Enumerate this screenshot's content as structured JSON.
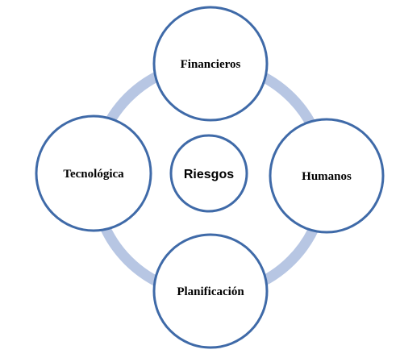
{
  "diagram": {
    "center": {
      "label": "Riesgos"
    },
    "nodes": [
      {
        "id": "top",
        "label": "Financieros"
      },
      {
        "id": "right",
        "label": "Humanos"
      },
      {
        "id": "bottom",
        "label": "Planificación"
      },
      {
        "id": "left",
        "label": "Tecnológica"
      }
    ],
    "colors": {
      "circle_stroke": "#3f6aa8",
      "circle_fill": "#ffffff",
      "ring": "#b7c6e3"
    }
  }
}
